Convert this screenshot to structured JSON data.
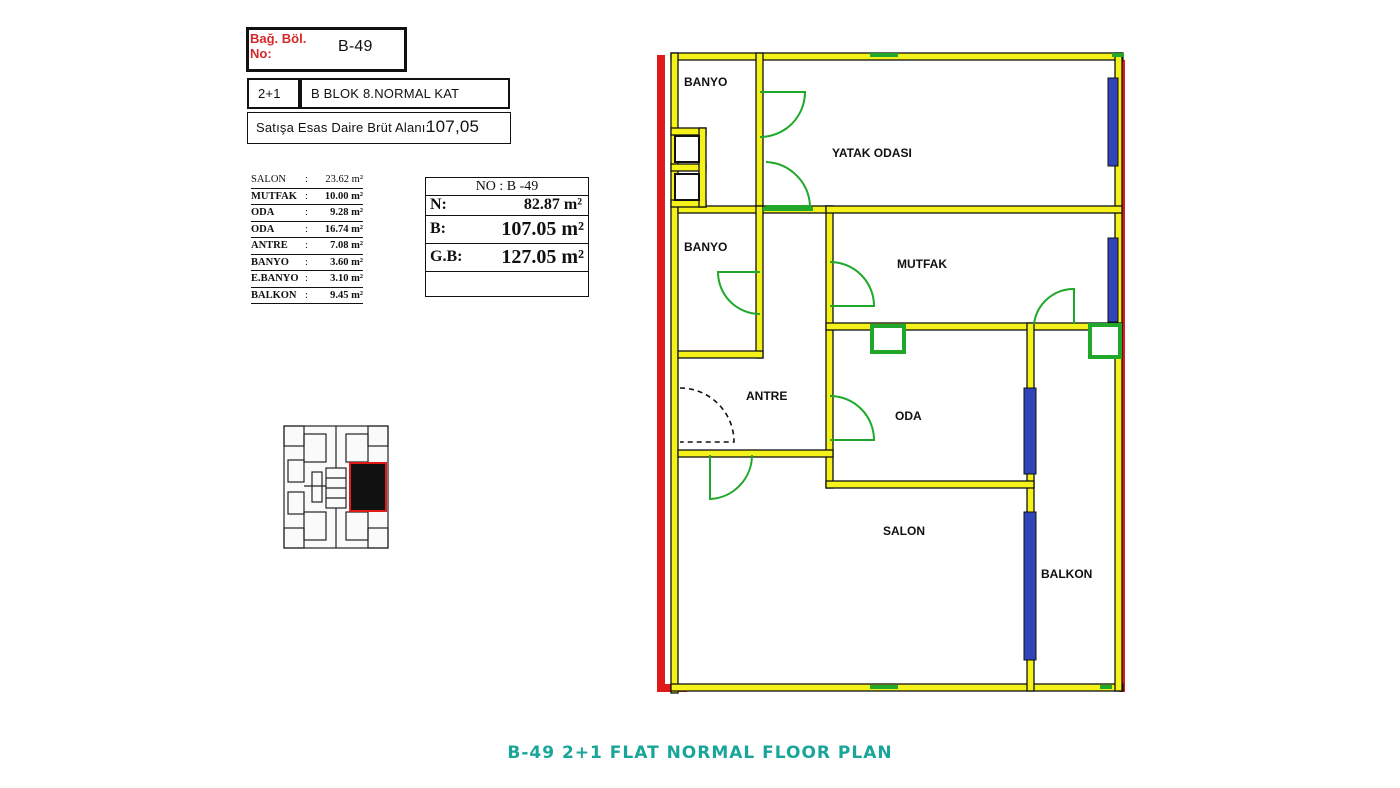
{
  "header": {
    "label": "Bağ. Böl. No:",
    "unit_no": "B-49",
    "type": "2+1",
    "location": "B BLOK 8.NORMAL KAT",
    "gross_label": "Satışa Esas Daire Brüt Alanı:",
    "gross_value": "107,05"
  },
  "areas": [
    {
      "name": "SALON",
      "value": "23.62 m²"
    },
    {
      "name": "MUTFAK",
      "value": "10.00 m²"
    },
    {
      "name": "ODA",
      "value": "9.28 m²"
    },
    {
      "name": "ODA",
      "value": "16.74 m²"
    },
    {
      "name": "ANTRE",
      "value": "7.08 m²"
    },
    {
      "name": "BANYO",
      "value": "3.60 m²"
    },
    {
      "name": "E.BANYO",
      "value": "3.10 m²"
    },
    {
      "name": "BALKON",
      "value": "9.45 m²"
    }
  ],
  "summary": {
    "title": "NO : B -49",
    "rows": [
      {
        "label": "N:",
        "value": "82.87 m²"
      },
      {
        "label": "B:",
        "value": "107.05 m²"
      },
      {
        "label": "G.B:",
        "value": "127.05 m²"
      }
    ]
  },
  "rooms": {
    "banyo_top": "BANYO",
    "yatak": "YATAK ODASI",
    "banyo_mid": "BANYO",
    "mutfak": "MUTFAK",
    "antre": "ANTRE",
    "oda": "ODA",
    "salon": "SALON",
    "balkon": "BALKON"
  },
  "footer": "B-49 2+1 FLAT NORMAL FLOOR PLAN",
  "colors": {
    "wall_fill": "#f4f21a",
    "wall_line": "#111111",
    "exterior": "#e01a1a",
    "window": "#2f45b8",
    "door": "#1fa82a",
    "accent": "#1aa59a",
    "label_red": "#d62828"
  }
}
